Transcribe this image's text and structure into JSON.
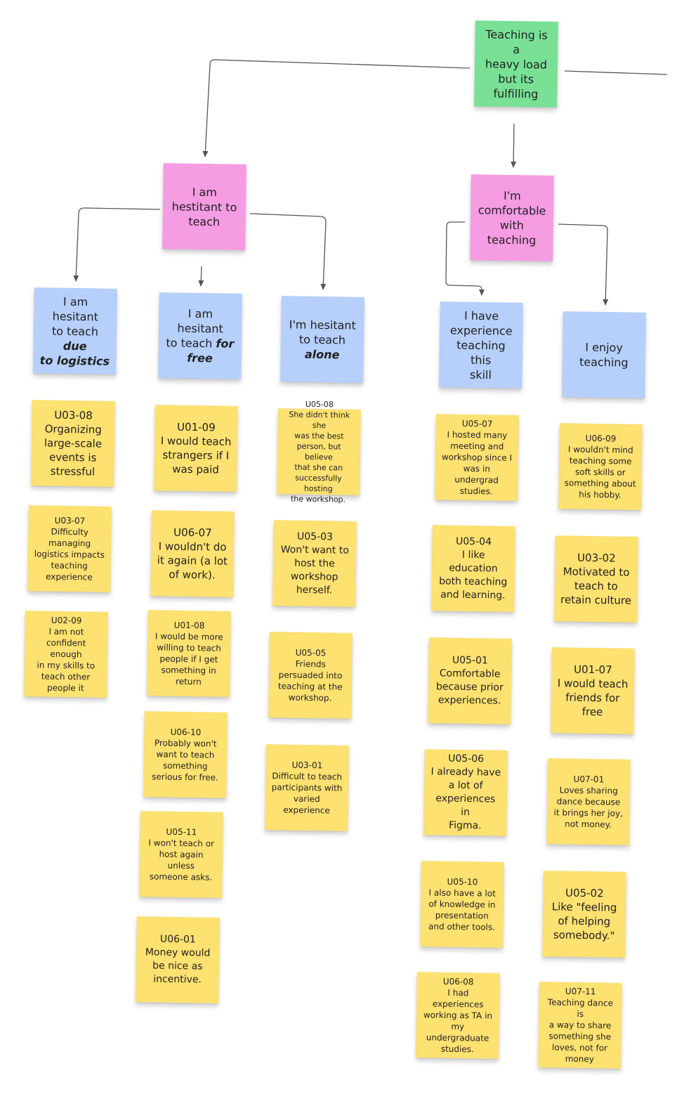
{
  "root": {
    "label": "Teaching is a\nheavy load\nbut its\nfulfilling"
  },
  "themes": {
    "hesitant": {
      "label": "I am\nhestitant to\nteach"
    },
    "comfortable": {
      "label": "I'm\ncomfortable\nwith\nteaching"
    }
  },
  "groups": {
    "logistics": {
      "pre": "I am hesitant\nto teach ",
      "em": "due\nto logistics"
    },
    "free": {
      "pre": "I am hesitant\nto teach ",
      "em": "for\nfree"
    },
    "alone": {
      "pre": "I'm hesitant\nto teach\n",
      "em": "alone"
    },
    "experience": {
      "label": "I have\nexperience\nteaching this\nskill"
    },
    "enjoy": {
      "label": "I enjoy\nteaching"
    }
  },
  "notes": {
    "n1": "U03-08\nOrganizing\nlarge-scale\nevents is\nstressful",
    "n2": "U03-07\nDifficulty\nmanaging\nlogistics impacts\nteaching\nexperience",
    "n3": "U02-09\nI am not\nconfident enough\nin my skills to\nteach other\npeople it",
    "n4": "U01-09\nI would teach\nstrangers if I\nwas paid",
    "n5": "U06-07\nI wouldn't do\nit again (a lot\nof work).",
    "n6": "U01-08\nI would be more\nwilling to teach\npeople if I get\nsomething in\nreturn",
    "n7": "U06-10\nProbably won't\nwant to teach\nsomething\nserious for free.",
    "n8": "U05-11\nI won't teach or\nhost again\nunless\nsomeone asks.",
    "n9": "U06-01\nMoney would\nbe nice as\nincentive.",
    "n10": "U05-08\nShe didn't think she\nwas the best\nperson, but believe\nthat she can\nsuccessfully hosting\nthe workshop.",
    "n11": "U05-03\nWon't want to\nhost the\nworkshop\nherself.",
    "n12": "U05-05\nFriends\npersuaded into\nteaching at the\nworkshop.",
    "n13": "U03-01\nDifficult to teach\nparticipants with\nvaried\nexperience",
    "n14": "U05-07\nI hosted many\nmeeting and\nworkshop since I\nwas in undergrad\nstudies.",
    "n15": "U05-04\nI like\neducation\nboth teaching\nand learning.",
    "n16": "U05-01\nComfortable\nbecause prior\nexperiences.",
    "n17": "U05-06\nI already have\na lot of\nexperiences in\nFigma.",
    "n18": "U05-10\nI also have a lot\nof knowledge in\npresentation\nand other tools.",
    "n19": "U06-08\nI had experiences\nworking as TA in\nmy\nundergraduate\nstudies.",
    "n20": "U06-09\nI wouldn't mind\nteaching some\nsoft skills or\nsomething about\nhis hobby.",
    "n21": "U03-02\nMotivated to\nteach to\nretain culture",
    "n22": "U01-07\nI would teach\nfriends for\nfree",
    "n23": "U07-01\nLoves sharing\ndance because\nit brings her joy,\nnot money.",
    "n24": "U05-02\nLike \"feeling\nof helping\nsomebody.\"",
    "n25": "U07-11\nTeaching dance is\na way to share\nsomething she\nloves, not for\nmoney"
  },
  "colors": {
    "root": "#79e096",
    "theme": "#f59ce3",
    "group": "#b6cffb",
    "note": "#fde171",
    "connector": "#555555"
  }
}
